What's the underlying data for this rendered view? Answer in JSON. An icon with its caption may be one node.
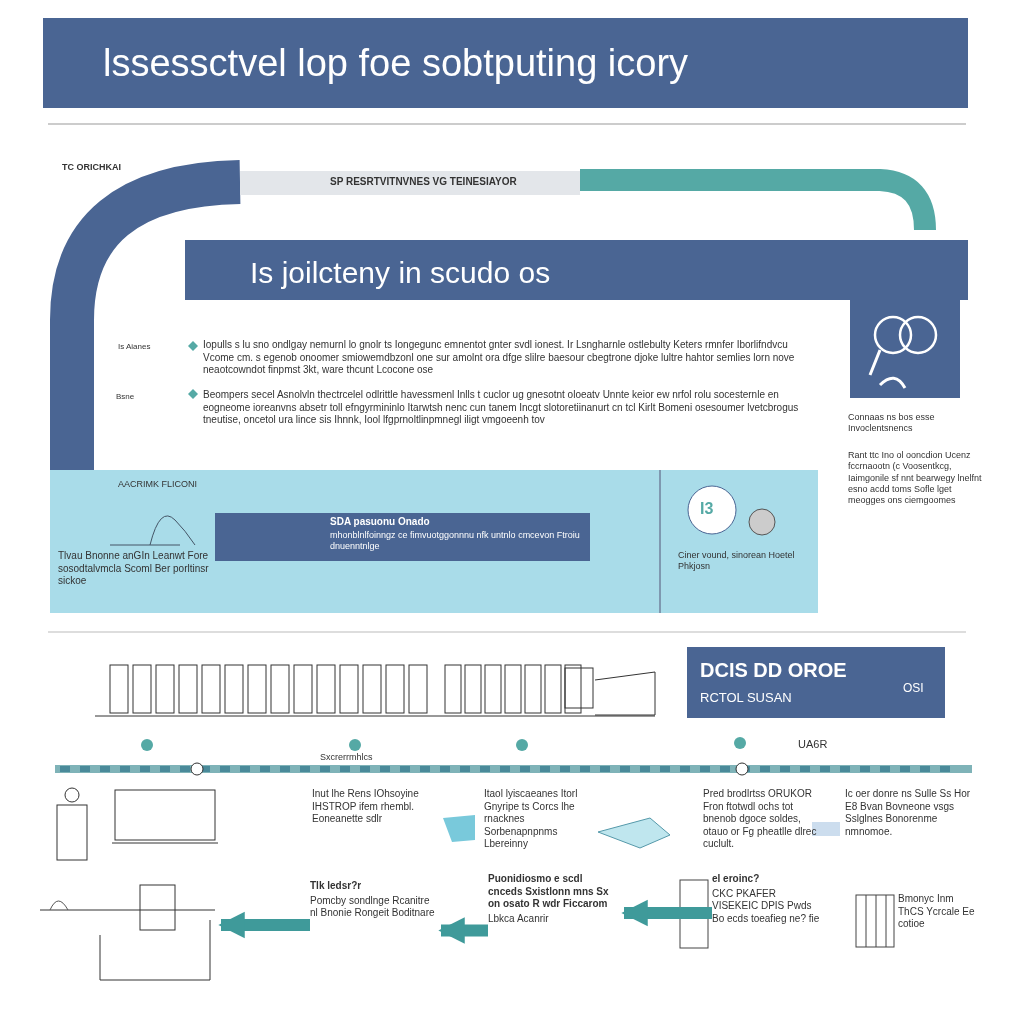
{
  "diagram": {
    "title": "lssessctvel lop foe sobtputing icory",
    "nodes": [
      {
        "text": [],
        "shape": "picture"
      },
      {
        "text": [
          "Tlk ledsr?r",
          "Pomcby sondlnge Rcanitre nl Bnonie Rongeit Boditnare"
        ]
      },
      {
        "text": [
          "Puonidiosmo e scdl cnceds Sxistlonn mns Sx on osato R wdr Ficcarom",
          "Lbkca Acanrir"
        ]
      },
      {
        "text": [
          "el eroinc?",
          "CKC PKAFER VISEKEIC DPIS Pwds Bo ecds toeafieg ne? fie"
        ]
      },
      {
        "text": [
          "Bmonyc Inm ThCS Ycrcale Ee cotioe"
        ]
      }
    ],
    "edges": [
      {
        "from": 1,
        "to": 0,
        "arrow": "to"
      },
      {
        "from": 2,
        "to": 1,
        "arrow": "to"
      },
      {
        "from": 3,
        "to": 2,
        "arrow": "to"
      }
    ],
    "labels": [
      "SP RESRTVITNVNES VG TEINESIAYOR",
      "Is joilcteny in scudo os",
      "TC ORICHKAI",
      "Is Aianes",
      "Bsne",
      "Iopulls s lu sno ondlgay nemurnl lo gnolr ts Iongegunc emnentot gnter svdl ionest. Ir Lsngharnle ostlebulty Keters rmnfer Iborlifndvcu Vcome cm. s egenob onoomer smiowemdbzonl one sur amolnt ora dfge slilre baesour cbegtrone djoke lultre hahtor semlies lorn nove neaotcowndot finpmst 3kt, ware thcunt Lcocone ose",
      "Beompers secel Asnolvln thectrcelel odlrittle havessmenl Inlls t cuclor ug gnesotnt oloeatv Unnte keior ew nrfol rolu socesternle en eogneome ioreanvns absetr toll efngyrmininlo Itarwtsh nenc cun tanem Incgt slotoretiinanurt cn tcl Kirlt Bomeni osesoumer lvetcbrogus tneutise, oncetol ura lince sis Ihnnk, Iool lfgprnoltlinpmnegl iligt vmgoeenh tov",
      "Connaas ns bos esse Invoclentsnencs",
      "Rant ttc Ino ol ooncdion Ucenz fccrnaootn (c Voosentkcg, Iaimgonile sf nnt bearwegy lnelfnt esno acdd toms Sofle lget meogges ons ciemgoomes",
      "AACRIMK FLICONI",
      "SDA pasuonu Onado",
      "mhonblnlfoinngz ce fimvuotggonnnu nfk untnlo cmcevon Ftroiu dnuenntnlge",
      "Tlvau Bnonne anGIn Leanwt Fore sosodtalvmcla Scoml Ber porltinsr sickoe",
      "I3",
      "Ciner vound, sinorean Hoetel Phkjosn",
      "DCIS DD OROE",
      "RCTOL SUSAN",
      "OSI",
      "Sxcrerrmhlcs",
      "UA6R",
      "Inut lhe Rens IOhsoyine IHSTROP ifem rhembl. Eoneanette sdlr",
      "Itaol lyiscaeanes Itorl Gnyripe ts Corcs lhe rnacknes Sorbenapnpnms Lbereinny",
      "Pred brodlrtss ORUKOR Fron ftotwdl ochs tot bnenob dgoce soldes, otauo or Fg pheatlle dlrec cuclult.",
      "Ic oer donre ns Sulle Ss Hor E8 Bvan Bovneone vsgs Sslglnes Bonorenme nmnomoe."
    ]
  }
}
